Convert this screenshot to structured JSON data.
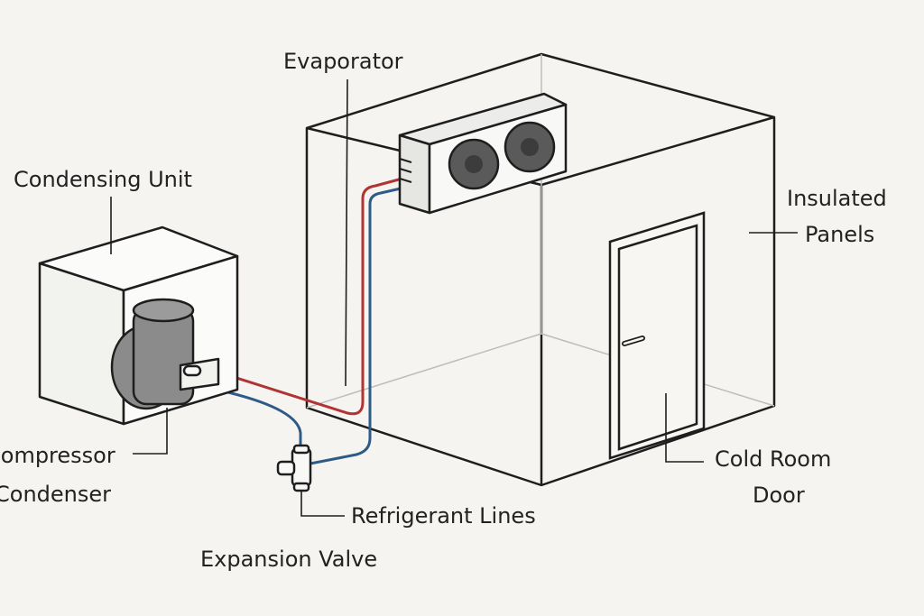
{
  "labels": {
    "evaporator": "Evaporator",
    "condensing_unit": "Condensing Unit",
    "insulated_panels_1": "Insulated",
    "insulated_panels_2": "Panels",
    "compressor": "Compressor",
    "condenser": "Condenser",
    "refrigerant_lines": "Refrigerant Lines",
    "expansion_valve": "Expansion Valve",
    "cold_room_door_1": "Cold Room",
    "cold_room_door_2": "Door"
  },
  "colors": {
    "background": "#f5f4f1",
    "outline": "#1e1e1e",
    "hot_line": "#b03434",
    "cold_line": "#2e5b86",
    "compressor": "#8b8b8b",
    "fan": "#5a5a5a"
  }
}
